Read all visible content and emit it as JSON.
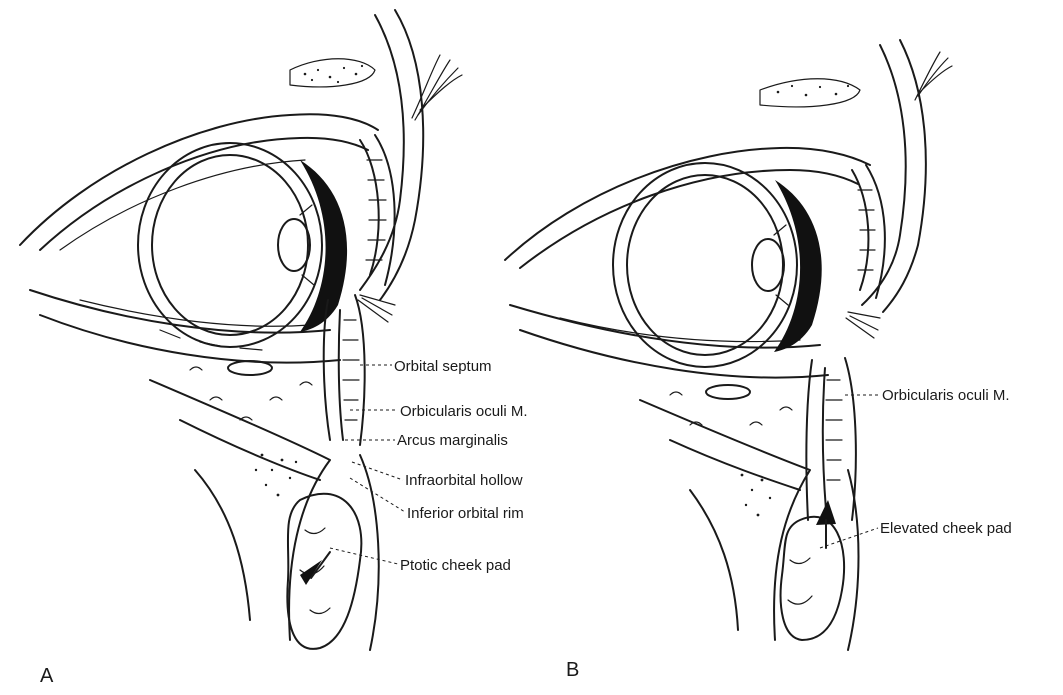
{
  "panels": [
    {
      "letter": "A",
      "labels": [
        "Orbital septum",
        "Orbicularis oculi M.",
        "Arcus marginalis",
        "Infraorbital hollow",
        "Inferior orbital rim",
        "Ptotic cheek pad"
      ]
    },
    {
      "letter": "B",
      "labels": [
        "Orbicularis oculi M.",
        "Elevated cheek pad"
      ]
    }
  ]
}
